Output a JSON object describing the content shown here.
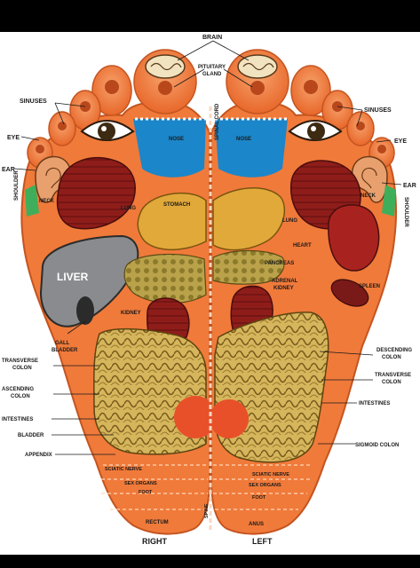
{
  "watermark": "",
  "feet": {
    "right_caption": "RIGHT",
    "left_caption": "LEFT"
  },
  "labels": {
    "brain": "BRAIN",
    "pituitary_1": "PITUITARY",
    "pituitary_2": "GLAND",
    "spinal_cord": "SPINAL CORD",
    "sinuses_left": "SINUSES",
    "sinuses_right": "SINUSES",
    "eye_left": "EYE",
    "eye_right": "EYE",
    "ear_left": "EAR",
    "ear_right": "EAR",
    "shoulder_left": "SHOULDER",
    "shoulder_right": "SHOULDER",
    "neck_left": "NECK",
    "neck_right": "NECK",
    "nose_left": "NOSE",
    "nose_right": "NOSE",
    "lung_left": "LUNG",
    "lung_right": "LUNG",
    "stomach": "STOMACH",
    "heart": "HEART",
    "pancreas": "PANCREAS",
    "adrenal_1": "ADRENAL",
    "adrenal_2": "KIDNEY",
    "spleen": "SPLEEN",
    "liver": "LIVER",
    "kidney": "KIDNEY",
    "gall_1": "GALL",
    "gall_2": "BLADDER",
    "transverse_left_1": "TRANSVERSE",
    "transverse_left_2": "COLON",
    "ascending_1": "ASCENDING",
    "ascending_2": "COLON",
    "intestines_left": "INTESTINES",
    "bladder": "BLADDER",
    "appendix": "APPENDIX",
    "descending_1": "DESCENDING",
    "descending_2": "COLON",
    "transverse_right_1": "TRANSVERSE",
    "transverse_right_2": "COLON",
    "intestines_right": "INTESTINES",
    "sigmoid": "SIGMOID COLON",
    "sciatic_left": "SCIATIC NERVE",
    "sciatic_right": "SCIATIC NERVE",
    "sex_left": "SEX ORGANS",
    "sex_right": "SEX ORGANS",
    "foot_left": "FOOT",
    "foot_right": "FOOT",
    "rectum": "RECTUM",
    "spine": "SPINE",
    "anus": "ANUS"
  },
  "colors": {
    "foot_skin": "#f07a3a",
    "sinus_blue": "#1b86c9",
    "organ_red": "#8e1d1a",
    "liver_gray": "#8a8b8e",
    "stomach_yellow": "#e1a93a",
    "intestine_yellow": "#d2b25a",
    "leaf_green": "#3fae5a"
  }
}
